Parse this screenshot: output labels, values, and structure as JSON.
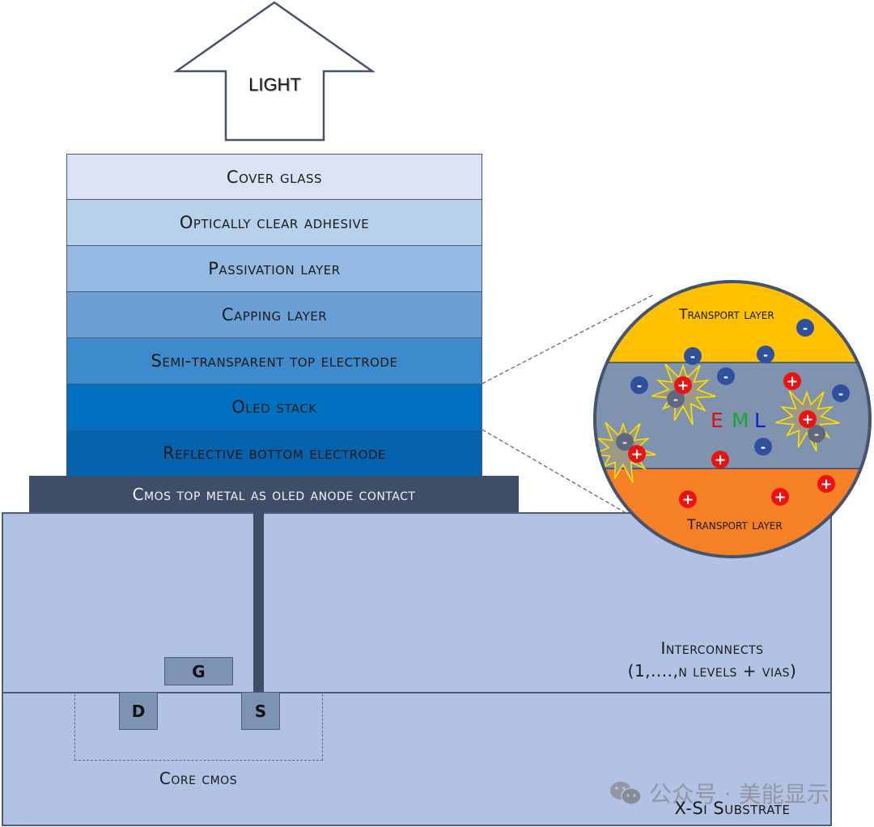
{
  "arrow": {
    "label": "LIGHT",
    "icon": "up-arrow-icon"
  },
  "layers": [
    {
      "label": "Cover glass",
      "color": "#dce3f4"
    },
    {
      "label": "Optically clear adhesive",
      "color": "#b7d1ea"
    },
    {
      "label": "Passivation layer",
      "color": "#94bae3"
    },
    {
      "label": "Capping layer",
      "color": "#6aa0d6"
    },
    {
      "label": "Semi-transparent top electrode",
      "color": "#3d8acc"
    },
    {
      "label": "Oled stack",
      "color": "#0070c0"
    },
    {
      "label": "Reflective bottom electrode",
      "color": "#0562ac"
    }
  ],
  "anode_contact": {
    "label": "Cmos top metal as oled anode contact",
    "color": "#404d68"
  },
  "interconnects": {
    "line1": "Interconnects",
    "line2": "(1,....,n levels + vias)",
    "color": "#b2c2e4"
  },
  "substrate": {
    "label": "X-Si Substrate"
  },
  "transistor": {
    "gate": "G",
    "drain": "D",
    "source": "S",
    "region_label": "Core cmos"
  },
  "zoom_circle": {
    "top_layer": {
      "label": "Transport layer",
      "color": "#ffc000"
    },
    "middle_layer": {
      "label_letters": [
        {
          "char": "E",
          "color": "#e0101a"
        },
        {
          "char": "M",
          "color": "#12a832"
        },
        {
          "char": "L",
          "color": "#0a22c8"
        }
      ],
      "color": "#7f93ae"
    },
    "bottom_layer": {
      "label": "Transport layer",
      "color": "#f58025"
    },
    "electron_symbol": "-",
    "hole_symbol": "+",
    "electron_color": "#2f4f9f",
    "hole_color": "#ee1111"
  },
  "watermark": {
    "text": "公众号 · 美能显示",
    "icon": "wechat-icon"
  }
}
